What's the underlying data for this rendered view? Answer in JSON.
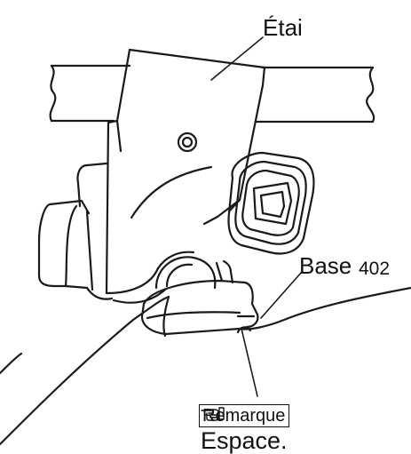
{
  "labels": {
    "stay": "Étai",
    "base": "Base",
    "part_number": "402",
    "note_badge": "Remarque",
    "note_text": "Espace."
  },
  "icons": {
    "note_icon": "pointing-hand-icon"
  },
  "colors": {
    "ink": "#111111",
    "paper": "#ffffff"
  }
}
